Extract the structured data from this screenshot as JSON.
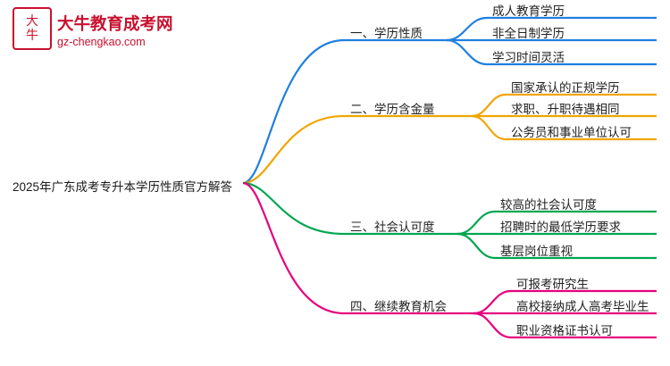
{
  "logo": {
    "mark_text": "大牛",
    "title": "大牛教育成考网",
    "subtitle": "gz-chengkao.com",
    "brand_color": "#c8102e"
  },
  "mindmap": {
    "root": "2025年广东成考专升本学历性质官方解答",
    "branches": [
      {
        "label": "一、学历性质",
        "color": "#1f7fe0",
        "children": [
          "成人教育学历",
          "非全日制学历",
          "学习时间灵活"
        ]
      },
      {
        "label": "二、学历含金量",
        "color": "#f0a500",
        "children": [
          "国家承认的正规学历",
          "求职、升职待遇相同",
          "公务员和事业单位认可"
        ]
      },
      {
        "label": "三、社会认可度",
        "color": "#00a651",
        "children": [
          "较高的社会认可度",
          "招聘时的最低学历要求",
          "基层岗位重视"
        ]
      },
      {
        "label": "四、继续教育机会",
        "color": "#e6007e",
        "children": [
          "可报考研究生",
          "高校接纳成人高考毕业生",
          "职业资格证书认可"
        ]
      }
    ]
  }
}
